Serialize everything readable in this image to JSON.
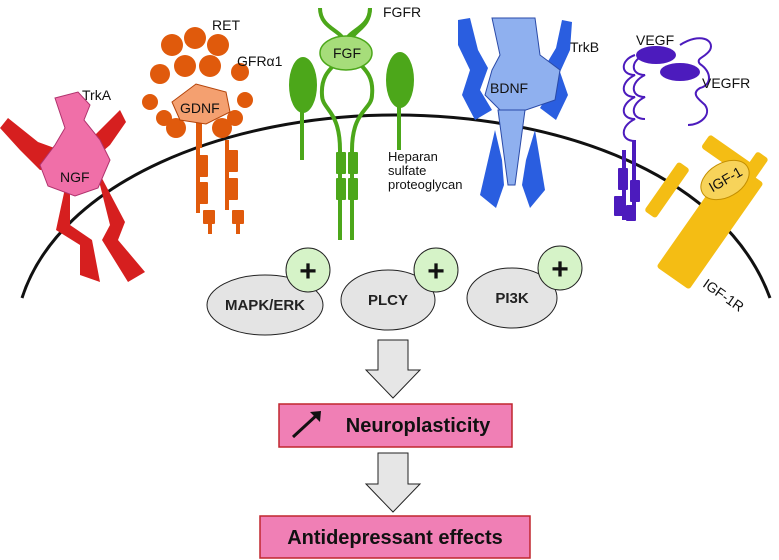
{
  "receptors": {
    "trka": "TrkA",
    "ngf": "NGF",
    "ret": "RET",
    "gfra1": "GFRα1",
    "gdnf": "GDNF",
    "fgfr": "FGFR",
    "fgf": "FGF",
    "heparan_line1": "Heparan",
    "heparan_line2": "sulfate",
    "heparan_line3": "proteoglycan",
    "trkb": "TrkB",
    "bdnf": "BDNF",
    "vegf": "VEGF",
    "vegfr": "VEGFR",
    "igf1": "IGF-1",
    "igf1r": "IGF-1R"
  },
  "pathways": {
    "mapk": "MAPK/ERK",
    "plcy": "PLCY",
    "pi3k": "PI3K",
    "plus": "+"
  },
  "outcomes": {
    "neuroplasticity": "Neuroplasticity",
    "antidepressant": "Antidepressant effects"
  },
  "colors": {
    "trka": "#d61f1f",
    "ngf": "#f06fa8",
    "gdnf_family": "#e05a0c",
    "fgf_family": "#4ca71a",
    "fgf_ligand": "#a6dd7a",
    "trkb": "#2a5ee0",
    "bdnf": "#8fb0ef",
    "vegf_family": "#4c1bbd",
    "igf": "#f4bd14",
    "plus_circle": "#d6f3c8",
    "pathway_ellipse": "#e4e4e4",
    "outcome_box": "#f07fb5",
    "outcome_border": "#c0262f"
  }
}
